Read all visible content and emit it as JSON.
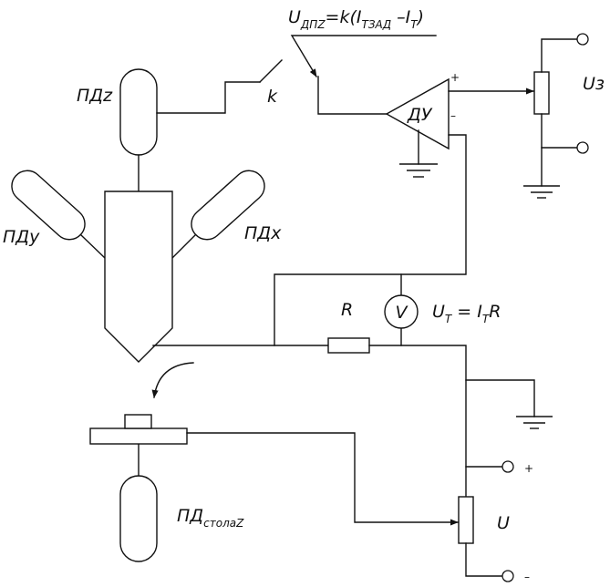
{
  "labels": {
    "pdz": "ПДz",
    "pdy": "ПДy",
    "pdx": "ПДx",
    "pd_stola_main": "ПД",
    "pd_stola_sub": "столаZ",
    "du": "ДУ",
    "uz": "Uз",
    "k": "k",
    "r": "R",
    "v": "V",
    "u": "U",
    "plus": "+",
    "minus": "–"
  },
  "formula_top": {
    "u": "U",
    "u_sub": "ДПZ",
    "mid": "=k(I",
    "i_sub": "ТЗАД",
    "dash": " –I",
    "t_sub": "T",
    "close": ")"
  },
  "formula_ut": {
    "u": "U",
    "u_sub": "T",
    "mid": " = I",
    "i_sub": "T",
    "r": "R"
  }
}
